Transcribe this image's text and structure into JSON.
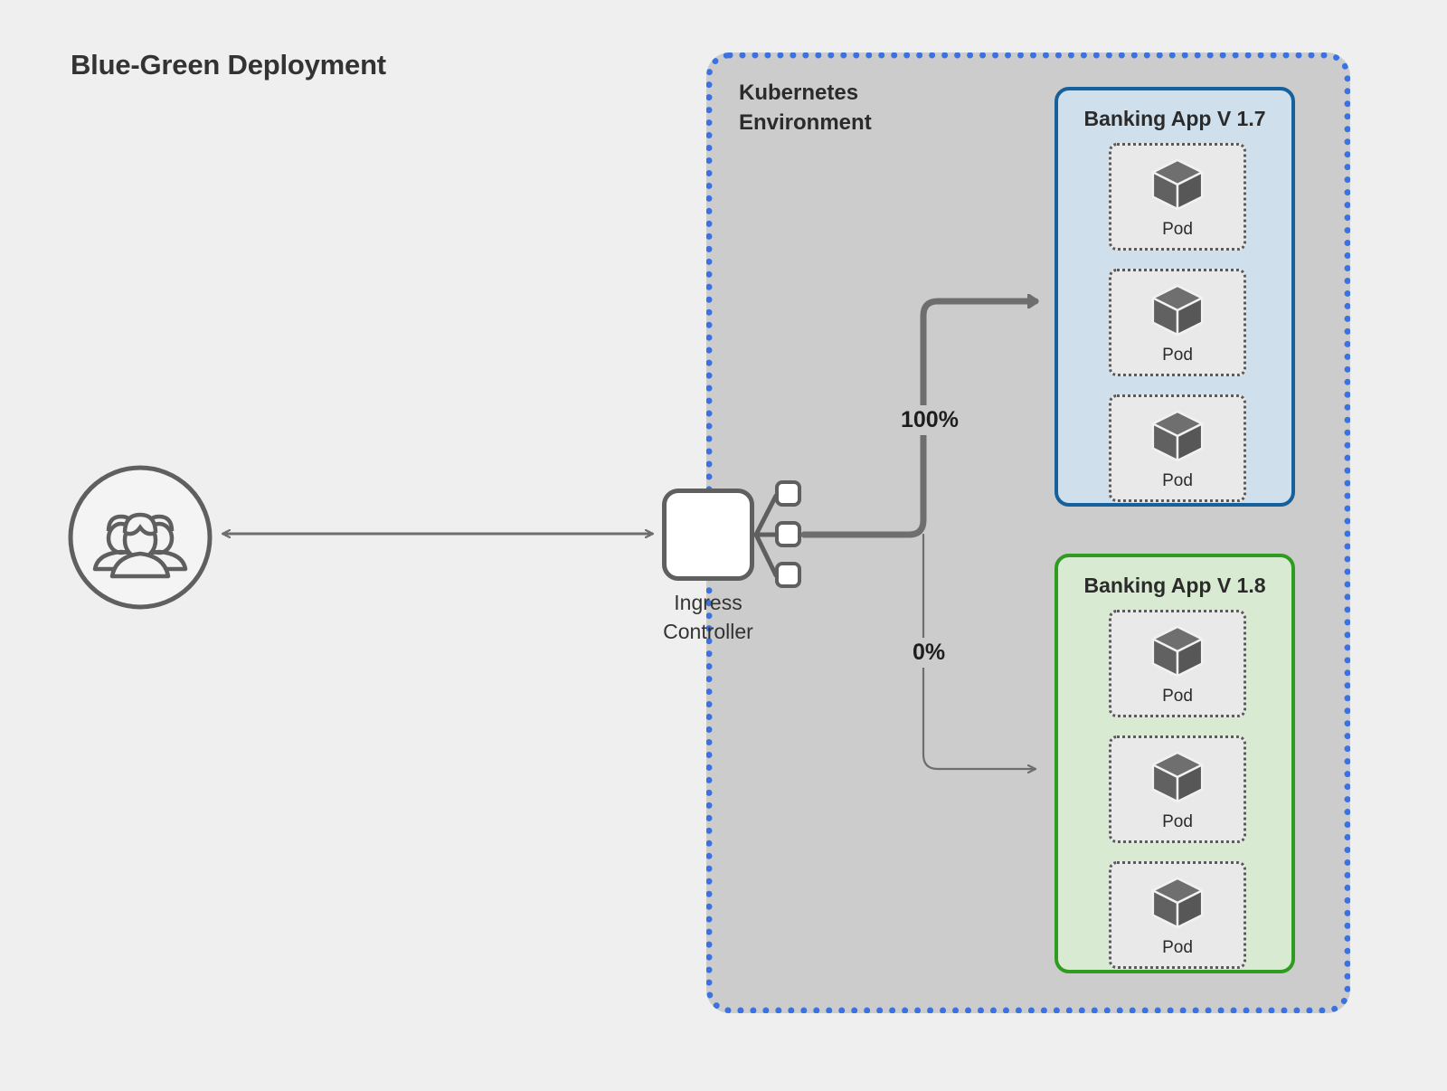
{
  "title": "Blue-Green Deployment",
  "colors": {
    "page_background": "#efefef",
    "environment_fill": "#cccccc",
    "environment_border": "#3b72e0",
    "blue_app_fill": "#cfdfec",
    "blue_app_border": "#16609b",
    "green_app_fill": "#d9ead3",
    "green_app_border": "#2e9b21",
    "pod_fill": "#e9e9e9",
    "pod_border": "#5a5a5a",
    "connector": "#6e6e6e",
    "text": "#2b2b2b"
  },
  "environment": {
    "label": "Kubernetes\nEnvironment"
  },
  "client": {
    "icon_name": "users-icon",
    "label": ""
  },
  "ingress": {
    "label": "Ingress\nController",
    "chip_count": 3
  },
  "connectors": {
    "client_to_ingress": "bidirectional",
    "ingress_to_v17": "active",
    "ingress_to_v18": "inactive"
  },
  "traffic": {
    "v17_percent": "100%",
    "v18_percent": "0%"
  },
  "apps": [
    {
      "name": "Banking App V 1.7",
      "variant": "blue",
      "traffic": "100%",
      "pods": [
        {
          "label": "Pod",
          "icon": "cube-icon"
        },
        {
          "label": "Pod",
          "icon": "cube-icon"
        },
        {
          "label": "Pod",
          "icon": "cube-icon"
        }
      ]
    },
    {
      "name": "Banking App V 1.8",
      "variant": "green",
      "traffic": "0%",
      "pods": [
        {
          "label": "Pod",
          "icon": "cube-icon"
        },
        {
          "label": "Pod",
          "icon": "cube-icon"
        },
        {
          "label": "Pod",
          "icon": "cube-icon"
        }
      ]
    }
  ]
}
